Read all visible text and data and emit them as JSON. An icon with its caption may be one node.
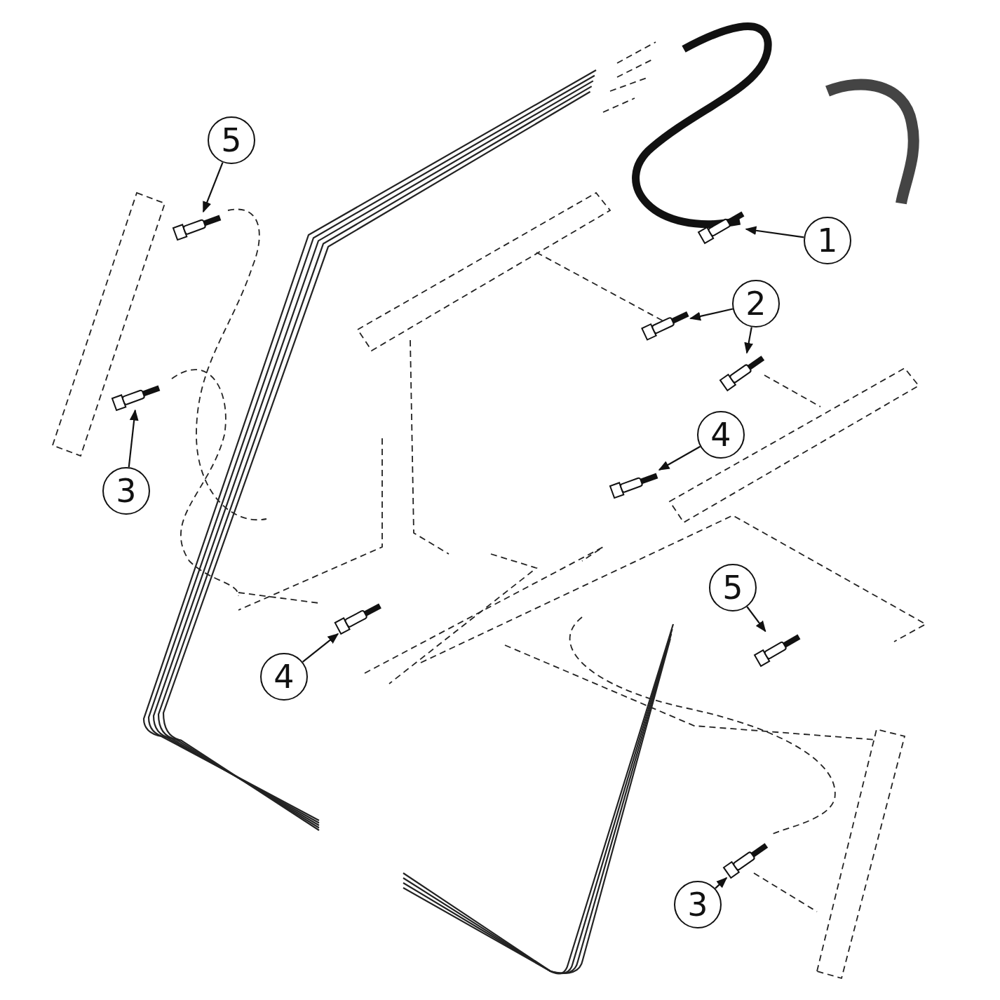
{
  "diagram": {
    "nodes": [
      {
        "text": [
          "5"
        ]
      },
      {
        "text": [],
        "shape": "picture"
      },
      {
        "text": [
          "1"
        ]
      },
      {
        "text": [],
        "shape": "picture"
      },
      {
        "text": [
          "2"
        ]
      },
      {
        "text": [],
        "shape": "picture"
      },
      {
        "text": [],
        "shape": "picture"
      },
      {
        "text": [
          "4"
        ]
      },
      {
        "text": [],
        "shape": "picture"
      },
      {
        "text": [
          "3"
        ]
      },
      {
        "text": [],
        "shape": "picture"
      },
      {
        "text": [
          "5"
        ]
      },
      {
        "text": [],
        "shape": "picture"
      },
      {
        "text": [
          "4"
        ]
      },
      {
        "text": [],
        "shape": "picture"
      },
      {
        "text": [
          "3"
        ]
      },
      {
        "text": [],
        "shape": "picture"
      }
    ],
    "edges": [
      {
        "from": 0,
        "to": 1,
        "arrow": "to"
      },
      {
        "from": 2,
        "to": 3,
        "arrow": "to"
      },
      {
        "from": 4,
        "to": 5,
        "arrow": "to"
      },
      {
        "from": 4,
        "to": 6,
        "arrow": "to"
      },
      {
        "from": 7,
        "to": 8,
        "arrow": "to"
      },
      {
        "from": 9,
        "to": 10,
        "arrow": "to"
      },
      {
        "from": 11,
        "to": 12,
        "arrow": "to"
      },
      {
        "from": 13,
        "to": 14,
        "arrow": "to"
      },
      {
        "from": 15,
        "to": 16,
        "arrow": "to"
      }
    ]
  }
}
